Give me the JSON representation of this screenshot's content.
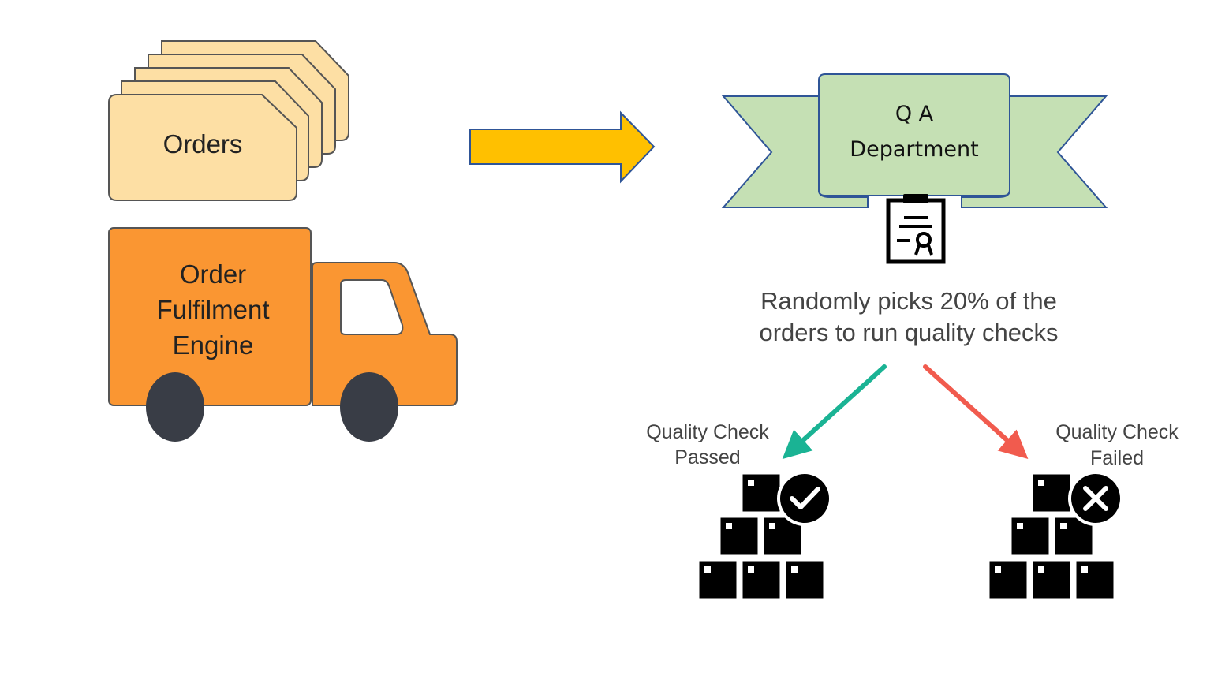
{
  "orders": {
    "label": "Orders"
  },
  "truck": {
    "label_line1": "Order",
    "label_line2": "Fulfilment",
    "label_line3": "Engine"
  },
  "qa_banner": {
    "line1": "Q A",
    "line2": "Department"
  },
  "description": {
    "line1": "Randomly picks 20% of the",
    "line2": "orders to run quality checks"
  },
  "passed": {
    "line1": "Quality Check",
    "line2": "Passed"
  },
  "failed": {
    "line1": "Quality Check",
    "line2": "Failed"
  },
  "icons": {
    "flow": "right-arrow-icon",
    "qa": "certificate-clipboard-icon",
    "passed": "checkmark-icon",
    "failed": "x-mark-icon",
    "boxes": "stacked-boxes-icon"
  },
  "colors": {
    "orders_fill": "#FDDFA4",
    "truck_fill": "#FA9632",
    "arrow_fill": "#FFC000",
    "banner_fill": "#C5E0B4",
    "banner_stroke": "#2F5597",
    "pass_arrow": "#1AB394",
    "fail_arrow": "#F15B4E"
  }
}
